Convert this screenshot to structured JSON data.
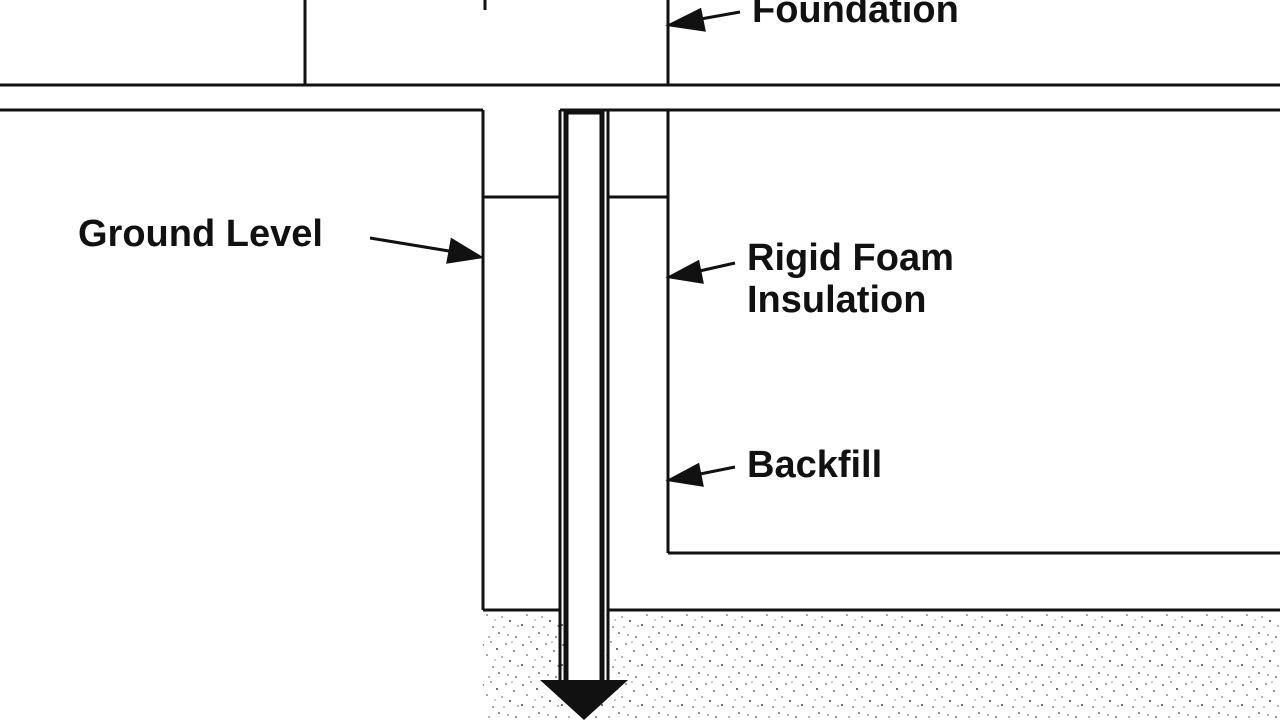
{
  "diagram": {
    "labels": {
      "foundation": "Foundation",
      "ground_level": "Ground Level",
      "rigid_foam_line1": "Rigid Foam",
      "rigid_foam_line2": "Insulation",
      "backfill": "Backfill"
    },
    "colors": {
      "stroke": "#111111",
      "background": "#ffffff",
      "gravel": "#444444"
    }
  }
}
